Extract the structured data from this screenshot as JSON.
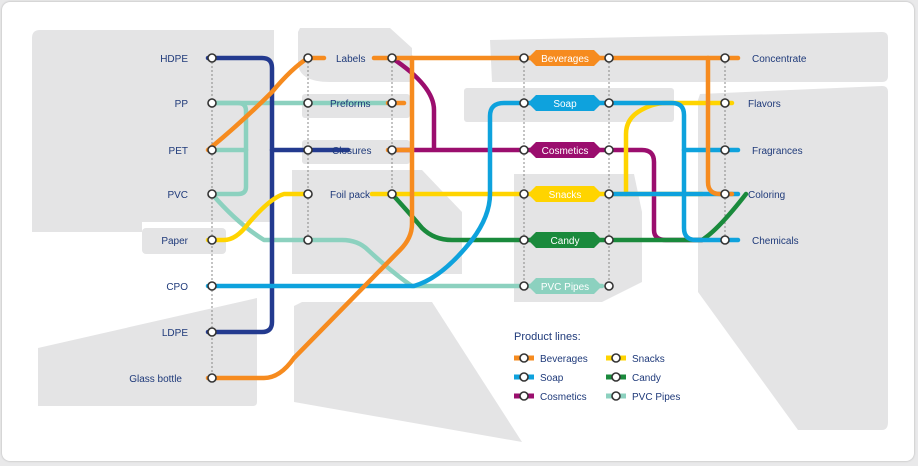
{
  "colors": {
    "beverages": "#f68b1f",
    "soap": "#0ea2dd",
    "cosmetics": "#9b0e6e",
    "snacks": "#ffd400",
    "candy": "#1a8a3c",
    "pvc": "#8cd1bf",
    "navy": "#233a8f",
    "label": "#1f3a7a",
    "region": "#e4e4e5"
  },
  "materials": [
    "HDPE",
    "PP",
    "PET",
    "PVC",
    "Paper",
    "CPO",
    "LDPE",
    "Glass bottle"
  ],
  "components": [
    "Labels",
    "Preforms",
    "Closures",
    "Foil pack"
  ],
  "products": [
    "Beverages",
    "Soap",
    "Cosmetics",
    "Snacks",
    "Candy",
    "PVC Pipes"
  ],
  "markets": [
    "Concentrate",
    "Flavors",
    "Fragrances",
    "Coloring",
    "Chemicals"
  ],
  "legend": {
    "title": "Product lines:",
    "items": [
      "Beverages",
      "Snacks",
      "Soap",
      "Candy",
      "Cosmetics",
      "PVC Pipes"
    ]
  }
}
